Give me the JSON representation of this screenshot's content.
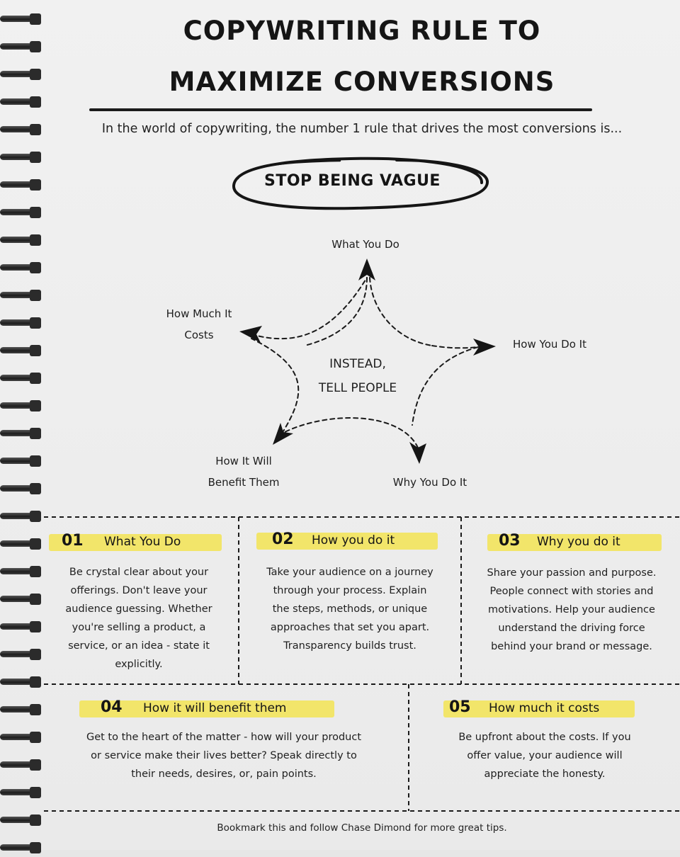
{
  "header": {
    "title_line1": "COPYWRITING RULE TO",
    "title_line2": "MAXIMIZE CONVERSIONS",
    "intro": "In the world of copywriting, the number 1 rule that drives the most conversions is..."
  },
  "highlight": {
    "label": "STOP BEING VAGUE"
  },
  "diagram": {
    "center_line1": "INSTEAD,",
    "center_line2": "TELL PEOPLE",
    "nodes": {
      "what": "What You Do",
      "how": "How You Do It",
      "why": "Why You Do It",
      "benefit_line1": "How It Will",
      "benefit_line2": "Benefit Them",
      "cost_line1": "How Much It",
      "cost_line2": "Costs"
    }
  },
  "boxes": [
    {
      "num": "01",
      "title": "What You Do",
      "lines": [
        "Be crystal clear about your",
        "offerings. Don't leave your",
        "audience guessing. Whether",
        "you're selling a product, a",
        "service, or an idea - state it",
        "explicitly."
      ]
    },
    {
      "num": "02",
      "title": "How you do it",
      "lines": [
        "Take your audience on a journey",
        "through your process. Explain",
        "the steps, methods, or unique",
        "approaches that set you apart.",
        "Transparency builds trust."
      ]
    },
    {
      "num": "03",
      "title": "Why you do it",
      "lines": [
        "Share your passion and purpose.",
        "People connect with stories and",
        "motivations. Help your audience",
        "understand the driving force",
        "behind your brand or message."
      ]
    },
    {
      "num": "04",
      "title": "How it will benefit them",
      "lines": [
        "Get to the heart of the matter - how will your product",
        "or service make their lives better? Speak directly to",
        "their needs, desires, or, pain points."
      ]
    },
    {
      "num": "05",
      "title": "How much it costs",
      "lines": [
        "Be upfront about the costs. If you",
        "offer value, your audience will",
        "appreciate the honesty."
      ]
    }
  ],
  "footer": {
    "text": "Bookmark this and follow Chase Dimond for more great tips."
  },
  "colors": {
    "highlight": "#f2e56a",
    "ink": "#151515",
    "paper": "#eeeeee"
  }
}
